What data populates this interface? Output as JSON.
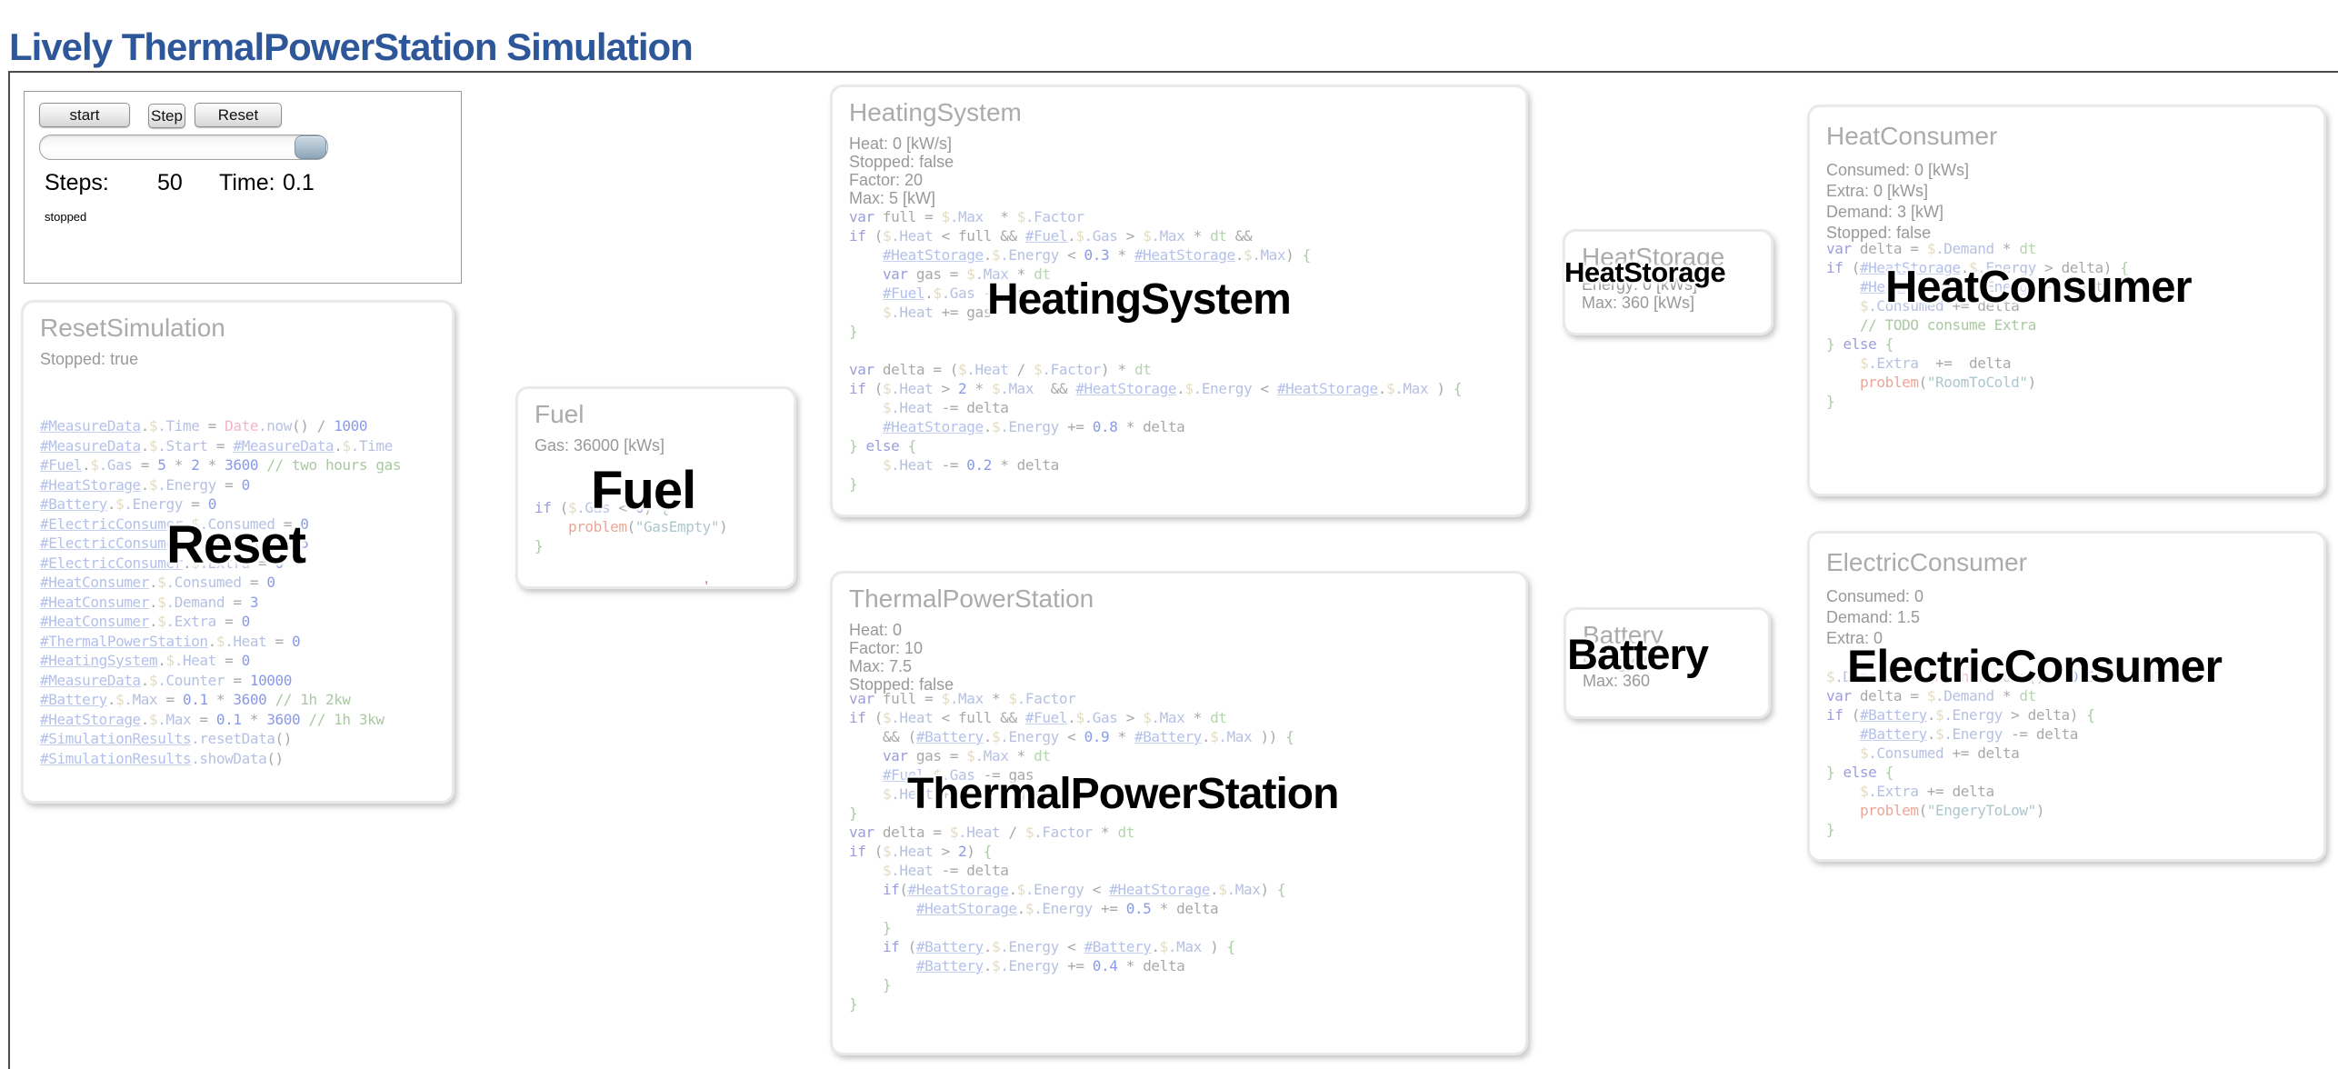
{
  "page": {
    "title": "Lively ThermalPowerStation Simulation"
  },
  "colors": {
    "title_blue": "#2d5799",
    "morph_border": "#e9e9e9",
    "morph_title_grey": "#ababab",
    "stats_grey": "#999999",
    "overlay_label_black": "#000000",
    "code_ref_blue": "#a6b6e8",
    "code_number_blue": "#7589e2",
    "code_comment_green": "#9cbf92",
    "code_string_teal": "#9dbdc6",
    "code_problem_salmon": "#e89685",
    "code_class_pink": "#f3a8bc",
    "slider_thumb_bluegrey": "#aabfce"
  },
  "controls": {
    "start_label": "start",
    "step_label": "Step",
    "reset_label": "Reset",
    "steps_label": "Steps:",
    "steps_value": "50",
    "time_label": "Time:",
    "time_value": "0.1",
    "status": "stopped"
  },
  "morphs": {
    "reset_simulation": {
      "title": "ResetSimulation",
      "overlay_label": "Reset",
      "stats": [
        "Stopped: true"
      ],
      "code": [
        "#MeasureData.$.Time = Date.now() / 1000",
        "#MeasureData.$.Start = #MeasureData.$.Time",
        "#Fuel.$.Gas = 5 * 2 * 3600 // two hours gas",
        "#HeatStorage.$.Energy = 0",
        "#Battery.$.Energy = 0",
        "#ElectricConsumer.$.Consumed = 0",
        "#ElectricConsumer.$.Demand = 1.5",
        "#ElectricConsumer.$.Extra = 0",
        "#HeatConsumer.$.Consumed = 0",
        "#HeatConsumer.$.Demand = 3",
        "#HeatConsumer.$.Extra = 0",
        "#ThermalPowerStation.$.Heat = 0",
        "#HeatingSystem.$.Heat = 0",
        "#MeasureData.$.Counter = 10000",
        "#Battery.$.Max = 0.1 * 3600 // 1h 2kw",
        "#HeatStorage.$.Max = 0.1 * 3600 // 1h 3kw",
        "#SimulationResults.resetData()",
        "#SimulationResults.showData()"
      ]
    },
    "fuel": {
      "title": "Fuel",
      "overlay_label": "Fuel",
      "stats": [
        "Gas: 36000 [kWs]"
      ],
      "stray_mark": ",",
      "code": [
        "if ($.Gas < 0) {",
        "    problem(\"GasEmpty\")",
        "}"
      ]
    },
    "heating_system": {
      "title": "HeatingSystem",
      "overlay_label": "HeatingSystem",
      "stats": [
        "Heat: 0 [kW/s]",
        "Stopped: false",
        "Factor: 20",
        "Max: 5 [kW]"
      ],
      "code": [
        "var full = $.Max  * $.Factor",
        "if ($.Heat < full && #Fuel.$.Gas > $.Max * dt &&",
        "    #HeatStorage.$.Energy < 0.3 * #HeatStorage.$.Max) {",
        "    var gas = $.Max * dt",
        "    #Fuel.$.Gas -= gas",
        "    $.Heat += gas",
        "}",
        "",
        "var delta = ($.Heat / $.Factor) * dt",
        "if ($.Heat > 2 * $.Max  && #HeatStorage.$.Energy < #HeatStorage.$.Max ) {",
        "    $.Heat -= delta",
        "    #HeatStorage.$.Energy += 0.8 * delta",
        "} else {",
        "    $.Heat -= 0.2 * delta",
        "}"
      ]
    },
    "thermal_power_station": {
      "title": "ThermalPowerStation",
      "overlay_label": "ThermalPowerStation",
      "stats": [
        "Heat: 0",
        "Factor: 10",
        "Max: 7.5",
        "Stopped: false"
      ],
      "code": [
        "var full = $.Max * $.Factor",
        "if ($.Heat < full && #Fuel.$.Gas > $.Max * dt",
        "    && (#Battery.$.Energy < 0.9 * #Battery.$.Max )) {",
        "    var gas = $.Max * dt",
        "    #Fuel.$.Gas -= gas",
        "    $.Heat += 1.0 * gas",
        "}",
        "var delta = $.Heat / $.Factor * dt",
        "if ($.Heat > 2) {",
        "    $.Heat -= delta",
        "    if(#HeatStorage.$.Energy < #HeatStorage.$.Max) {",
        "        #HeatStorage.$.Energy += 0.5 * delta",
        "    }",
        "    if (#Battery.$.Energy < #Battery.$.Max ) {",
        "        #Battery.$.Energy += 0.4 * delta",
        "    }",
        "}"
      ]
    },
    "heat_storage": {
      "title": "HeatStorage",
      "overlay_label": "HeatStorage",
      "stats": [
        "Energy: 0 [kWs]",
        "Max: 360 [kWs]"
      ]
    },
    "battery": {
      "title": "Battery",
      "overlay_label": "Battery",
      "stats": [
        "Energy: 0",
        "Max: 360"
      ]
    },
    "heat_consumer": {
      "title": "HeatConsumer",
      "overlay_label": "HeatConsumer",
      "stats": [
        "Consumed: 0 [kWs]",
        "Extra: 0 [kWs]",
        "Demand: 3 [kW]",
        "Stopped: false"
      ],
      "code": [
        "var delta = $.Demand * dt",
        "if (#HeatStorage.$.Energy > delta) {",
        "    #HeatStorage.$.Energy -= delta",
        "    $.Consumed += delta",
        "    // TODO consume Extra",
        "} else {",
        "    $.Extra  +=  delta",
        "    problem(\"RoomToCold\")",
        "}"
      ]
    },
    "electric_consumer": {
      "title": "ElectricConsumer",
      "overlay_label": "ElectricConsumer",
      "stats": [
        "Consumed: 0",
        "Demand: 1.5",
        "Extra: 0"
      ],
      "code": [
        "$.Demand += (Math.random() - 0.5) * 0.01 * dt",
        "var delta = $.Demand * dt",
        "if (#Battery.$.Energy > delta) {",
        "    #Battery.$.Energy -= delta",
        "    $.Consumed += delta",
        "} else {",
        "    $.Extra += delta",
        "    problem(\"EngeryToLow\")",
        "}"
      ]
    }
  }
}
